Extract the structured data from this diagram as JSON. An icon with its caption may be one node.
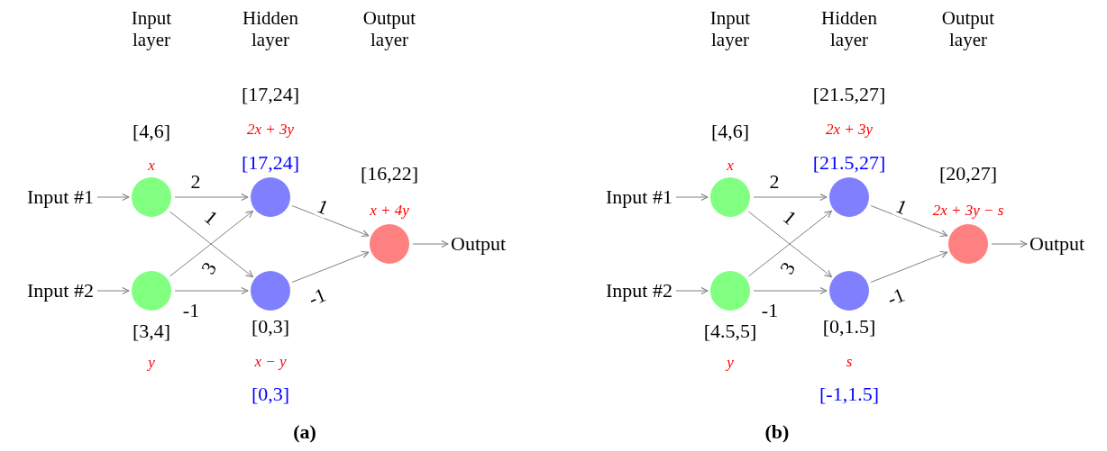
{
  "diagram": {
    "nodes": [
      {
        "text": [
          "Input #1"
        ]
      },
      {
        "text": [
          "Input #2"
        ]
      },
      {
        "text": [],
        "shape": "circle",
        "beside": [
          "[4,6]",
          "x"
        ]
      },
      {
        "text": [],
        "shape": "circle",
        "beside": [
          "[3,4]",
          "y"
        ]
      },
      {
        "text": [],
        "shape": "circle",
        "beside": [
          "[17,24]",
          "2x + 3y",
          "[17,24]"
        ]
      },
      {
        "text": [],
        "shape": "circle",
        "beside": [
          "[0,3]",
          "x − y",
          "[0,3]"
        ]
      },
      {
        "text": [],
        "shape": "circle",
        "beside": [
          "[16,22]",
          "x + 4y"
        ]
      },
      {
        "text": [
          "Output"
        ]
      },
      {
        "text": [
          "Input #1"
        ]
      },
      {
        "text": [
          "Input #2"
        ]
      },
      {
        "text": [],
        "shape": "circle",
        "beside": [
          "[4,6]",
          "x"
        ]
      },
      {
        "text": [],
        "shape": "circle",
        "beside": [
          "[4.5,5]",
          "y"
        ]
      },
      {
        "text": [],
        "shape": "circle",
        "beside": [
          "[21.5,27]",
          "2x + 3y",
          "[21.5,27]"
        ]
      },
      {
        "text": [],
        "shape": "circle",
        "beside": [
          "[0,1.5]",
          "s",
          "[-1,1.5]"
        ]
      },
      {
        "text": [],
        "shape": "circle",
        "beside": [
          "[20,27]",
          "2x + 3y − s"
        ]
      },
      {
        "text": [
          "Output"
        ]
      }
    ],
    "edges": [
      {
        "from": 0,
        "to": 2,
        "arrow": "to"
      },
      {
        "from": 1,
        "to": 3,
        "arrow": "to"
      },
      {
        "from": 2,
        "to": 4,
        "arrow": "to",
        "label": "2"
      },
      {
        "from": 2,
        "to": 5,
        "arrow": "to",
        "label": "1"
      },
      {
        "from": 3,
        "to": 4,
        "arrow": "to",
        "label": "3"
      },
      {
        "from": 3,
        "to": 5,
        "arrow": "to",
        "label": "-1"
      },
      {
        "from": 4,
        "to": 6,
        "arrow": "to",
        "label": "1"
      },
      {
        "from": 5,
        "to": 6,
        "arrow": "to",
        "label": "-1"
      },
      {
        "from": 6,
        "to": 7,
        "arrow": "to"
      },
      {
        "from": 8,
        "to": 10,
        "arrow": "to"
      },
      {
        "from": 9,
        "to": 11,
        "arrow": "to"
      },
      {
        "from": 10,
        "to": 12,
        "arrow": "to",
        "label": "2"
      },
      {
        "from": 10,
        "to": 13,
        "arrow": "to",
        "label": "1"
      },
      {
        "from": 11,
        "to": 12,
        "arrow": "to",
        "label": "3"
      },
      {
        "from": 11,
        "to": 13,
        "arrow": "to",
        "label": "-1"
      },
      {
        "from": 12,
        "to": 14,
        "arrow": "to",
        "label": "1"
      },
      {
        "from": 13,
        "to": 14,
        "arrow": "to",
        "label": "-1"
      },
      {
        "from": 14,
        "to": 15,
        "arrow": "to"
      }
    ],
    "labels": [
      "Input layer",
      "Hidden layer",
      "Output layer",
      "Input layer",
      "Hidden layer",
      "Output layer",
      "(a)",
      "(b)"
    ]
  }
}
